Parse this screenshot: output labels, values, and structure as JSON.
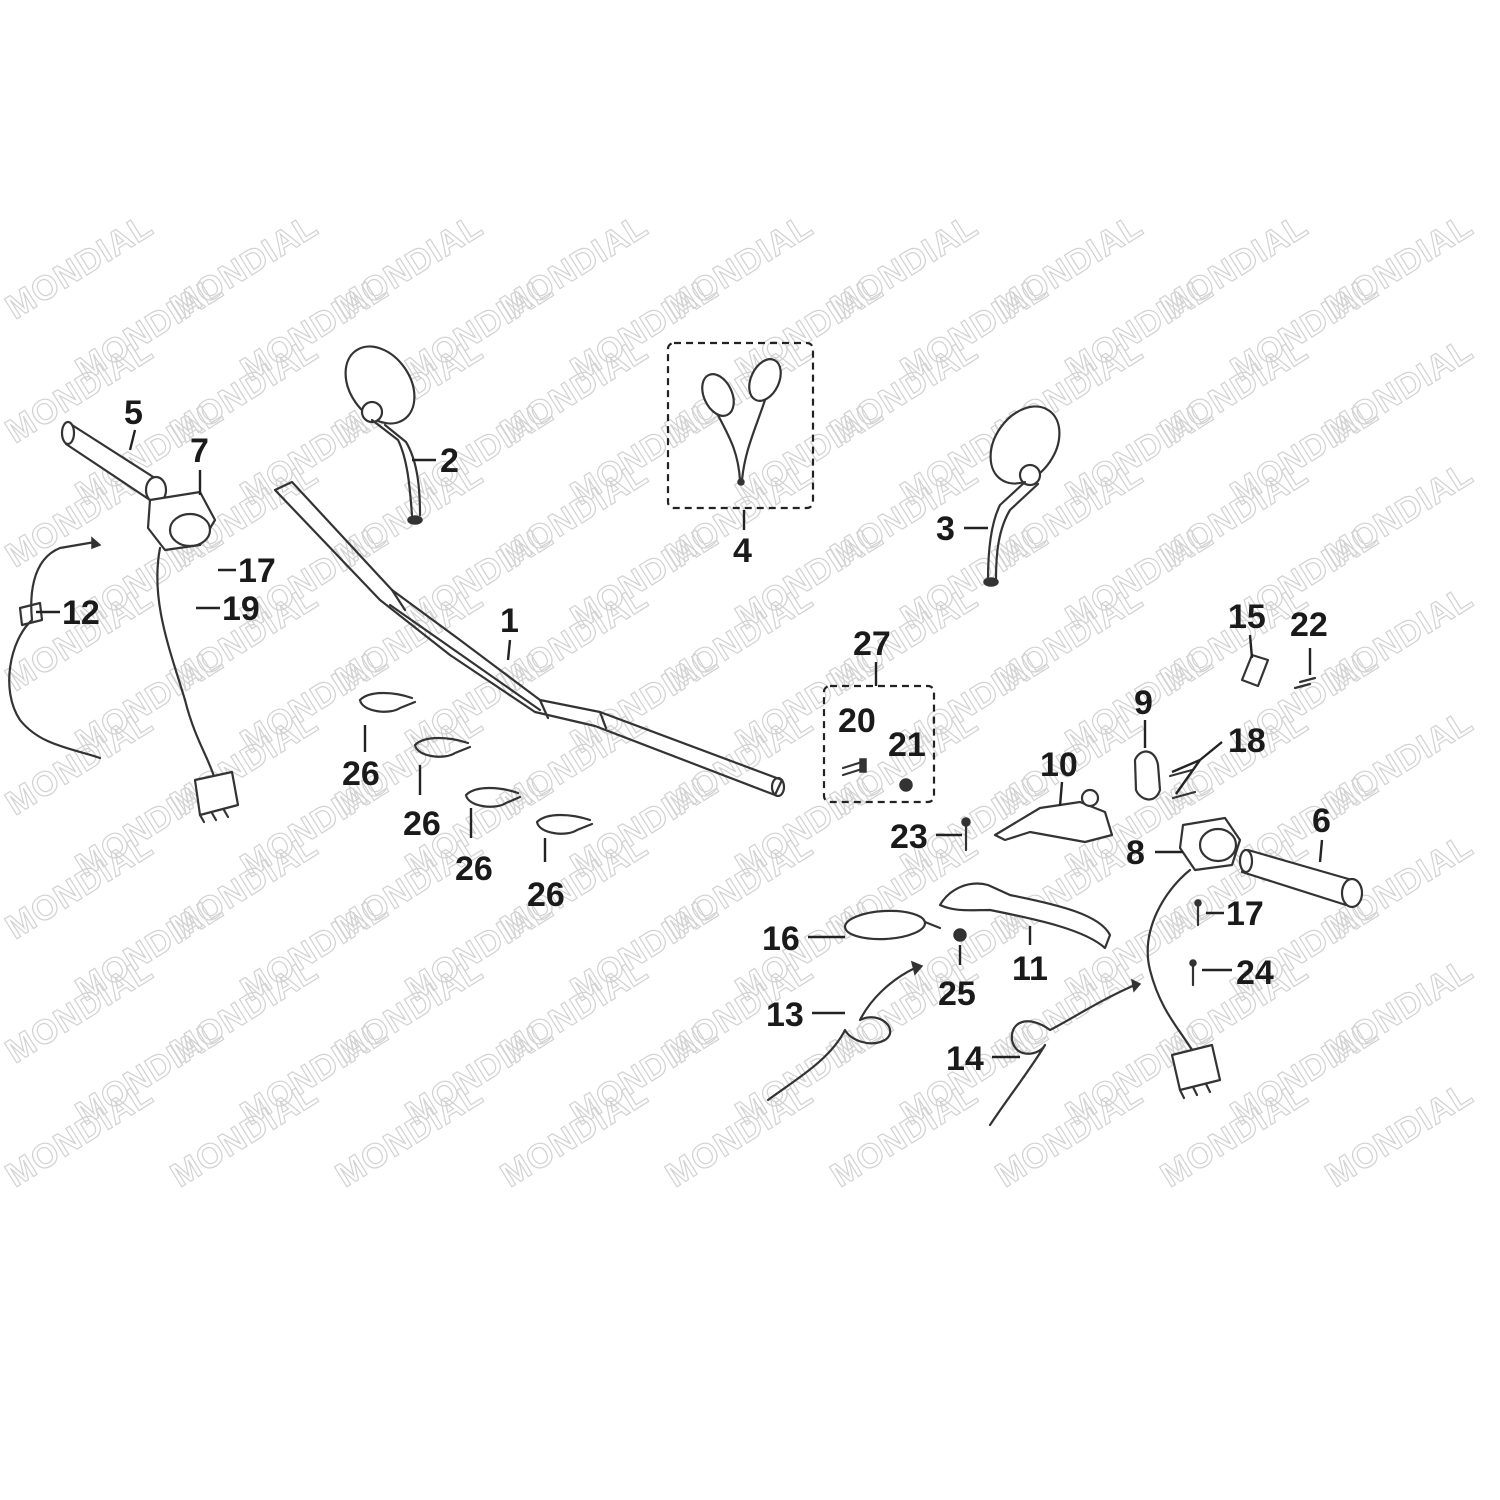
{
  "watermark": {
    "text": "MONDIAL"
  },
  "callouts": {
    "c1": "1",
    "c2": "2",
    "c3": "3",
    "c4": "4",
    "c5": "5",
    "c6": "6",
    "c7": "7",
    "c8": "8",
    "c9": "9",
    "c10": "10",
    "c11": "11",
    "c12": "12",
    "c13": "13",
    "c14": "14",
    "c15": "15",
    "c16": "16",
    "c17a": "17",
    "c17b": "17",
    "c18": "18",
    "c19": "19",
    "c20": "20",
    "c21": "21",
    "c22": "22",
    "c23": "23",
    "c24": "24",
    "c25": "25",
    "c26a": "26",
    "c26b": "26",
    "c26c": "26",
    "c26d": "26",
    "c27": "27"
  },
  "colors": {
    "line": "#333333",
    "watermark": "#d2d2d2",
    "background": "#ffffff"
  }
}
